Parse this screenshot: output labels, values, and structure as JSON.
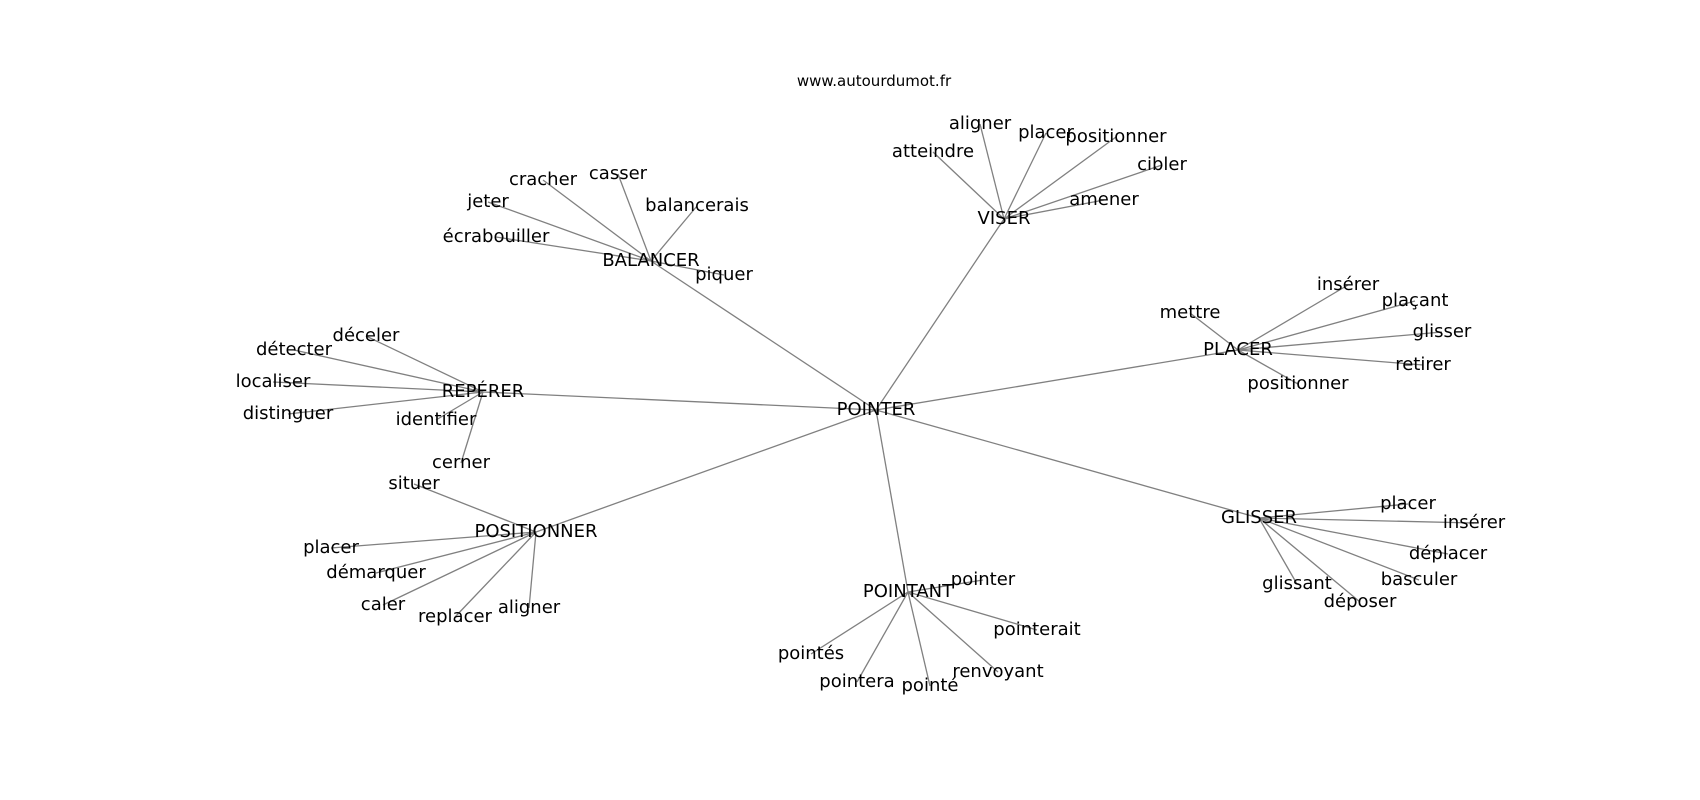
{
  "source_label": "www.autourdumot.fr",
  "colors": {
    "edge": "#808080",
    "text": "#000000",
    "background": "#ffffff"
  },
  "graph": {
    "root": "POINTER",
    "groups": [
      {
        "hub": "VISER",
        "leaves": [
          "aligner",
          "placer",
          "positionner",
          "atteindre",
          "cibler",
          "amener"
        ]
      },
      {
        "hub": "BALANCER",
        "leaves": [
          "cracher",
          "casser",
          "jeter",
          "balancerais",
          "écrabouiller",
          "piquer"
        ]
      },
      {
        "hub": "PLACER",
        "leaves": [
          "insérer",
          "mettre",
          "plaçant",
          "glisser",
          "retirer",
          "positionner"
        ]
      },
      {
        "hub": "REPÉRER",
        "leaves": [
          "déceler",
          "détecter",
          "localiser",
          "distinguer",
          "identifier",
          "cerner"
        ]
      },
      {
        "hub": "POSITIONNER",
        "leaves": [
          "situer",
          "placer",
          "démarquer",
          "caler",
          "replacer",
          "aligner"
        ]
      },
      {
        "hub": "POINTANT",
        "leaves": [
          "pointer",
          "pointerait",
          "pointés",
          "renvoyant",
          "pointera",
          "pointé"
        ]
      },
      {
        "hub": "GLISSER",
        "leaves": [
          "placer",
          "insérer",
          "déplacer",
          "basculer",
          "glissant",
          "déposer"
        ]
      }
    ]
  }
}
